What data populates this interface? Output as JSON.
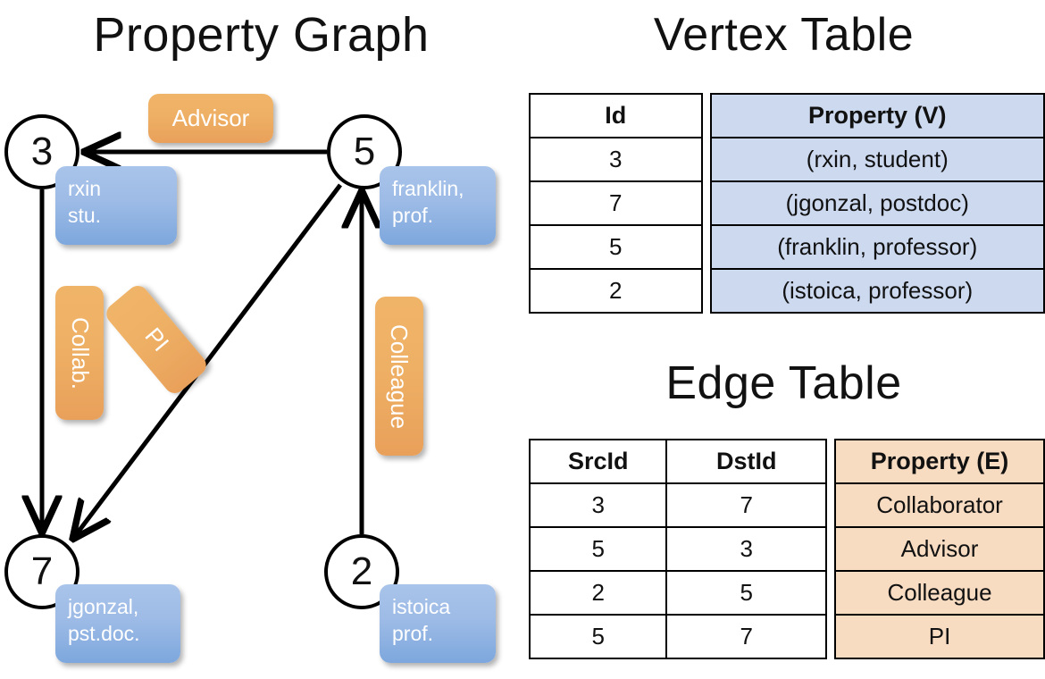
{
  "titles": {
    "property_graph": "Property Graph",
    "vertex_table": "Vertex Table",
    "edge_table": "Edge Table"
  },
  "colors": {
    "vertex_property_fill": "#ccd9ef",
    "edge_property_fill": "#f7dcc2",
    "vertex_callout": "#9dbbe6",
    "edge_callout": "#eeb065",
    "stroke": "#000000",
    "background": "#ffffff"
  },
  "graph": {
    "nodes": [
      {
        "id": "3",
        "property": "rxin\nstu.",
        "property_line1": "rxin",
        "property_line2": "stu."
      },
      {
        "id": "5",
        "property": "franklin,\nprof.",
        "property_line1": "franklin,",
        "property_line2": "prof."
      },
      {
        "id": "7",
        "property": "jgonzal,\npst.doc.",
        "property_line1": "jgonzal,",
        "property_line2": "pst.doc."
      },
      {
        "id": "2",
        "property": "istoica\nprof.",
        "property_line1": "istoica",
        "property_line2": "prof."
      }
    ],
    "edge_labels": {
      "advisor": "Advisor",
      "collab": "Collab.",
      "pi": "PI",
      "colleague": "Colleague"
    },
    "edges": [
      {
        "src": "5",
        "dst": "3",
        "label": "Advisor"
      },
      {
        "src": "3",
        "dst": "7",
        "label": "Collab."
      },
      {
        "src": "5",
        "dst": "7",
        "label": "PI"
      },
      {
        "src": "2",
        "dst": "5",
        "label": "Colleague"
      }
    ]
  },
  "vertex_table": {
    "headers": [
      "Id",
      "Property (V)"
    ],
    "rows": [
      {
        "id": "3",
        "property": "(rxin, student)"
      },
      {
        "id": "7",
        "property": "(jgonzal, postdoc)"
      },
      {
        "id": "5",
        "property": "(franklin, professor)"
      },
      {
        "id": "2",
        "property": "(istoica, professor)"
      }
    ]
  },
  "edge_table": {
    "headers": [
      "SrcId",
      "DstId",
      "Property (E)"
    ],
    "rows": [
      {
        "src": "3",
        "dst": "7",
        "property": "Collaborator"
      },
      {
        "src": "5",
        "dst": "3",
        "property": "Advisor"
      },
      {
        "src": "2",
        "dst": "5",
        "property": "Colleague"
      },
      {
        "src": "5",
        "dst": "7",
        "property": "PI"
      }
    ]
  }
}
